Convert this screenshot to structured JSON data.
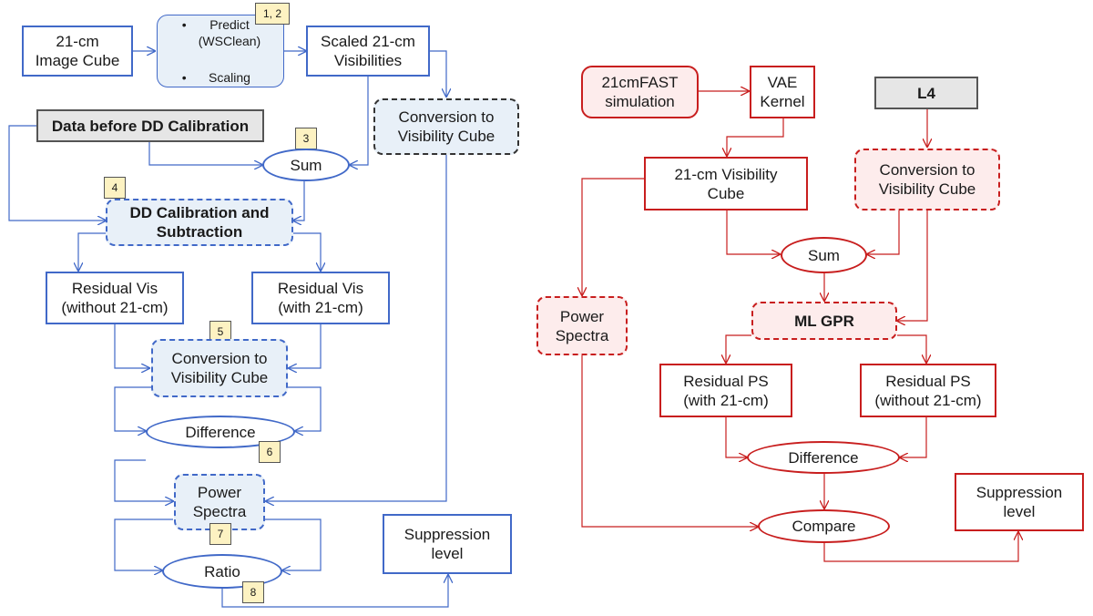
{
  "colors": {
    "left_flow": "#4169c8",
    "right_flow": "#c81e1e",
    "badge": "#fdf2c2",
    "start_node": "#e6e6e6"
  },
  "left": {
    "image_cube": "21-cm\nImage Cube",
    "predict_items": [
      "Predict\n(WSClean)",
      "Scaling"
    ],
    "scaled_vis": "Scaled 21-cm\nVisibilities",
    "data_before": "Data before DD Calibration",
    "conv_top": "Conversion to\nVisibility Cube",
    "sum": "Sum",
    "dd_cal": "DD Calibration and\nSubtraction",
    "resid_without": "Residual Vis\n(without 21-cm)",
    "resid_with": "Residual Vis\n(with 21-cm)",
    "conv_mid": "Conversion to\nVisibility Cube",
    "difference": "Difference",
    "power": "Power\nSpectra",
    "ratio": "Ratio",
    "suppression": "Suppression\nlevel",
    "badges": [
      "1, 2",
      "3",
      "4",
      "5",
      "6",
      "7",
      "8"
    ]
  },
  "right": {
    "sim": "21cmFAST\nsimulation",
    "vae": "VAE\nKernel",
    "l4": "L4",
    "vis_cube": "21-cm Visibility\nCube",
    "conv": "Conversion to\nVisibility Cube",
    "sum": "Sum",
    "ml_gpr": "ML GPR",
    "power": "Power\nSpectra",
    "resid_with": "Residual PS\n(with 21-cm)",
    "resid_without": "Residual PS\n(without 21-cm)",
    "difference": "Difference",
    "compare": "Compare",
    "suppression": "Suppression\nlevel"
  }
}
